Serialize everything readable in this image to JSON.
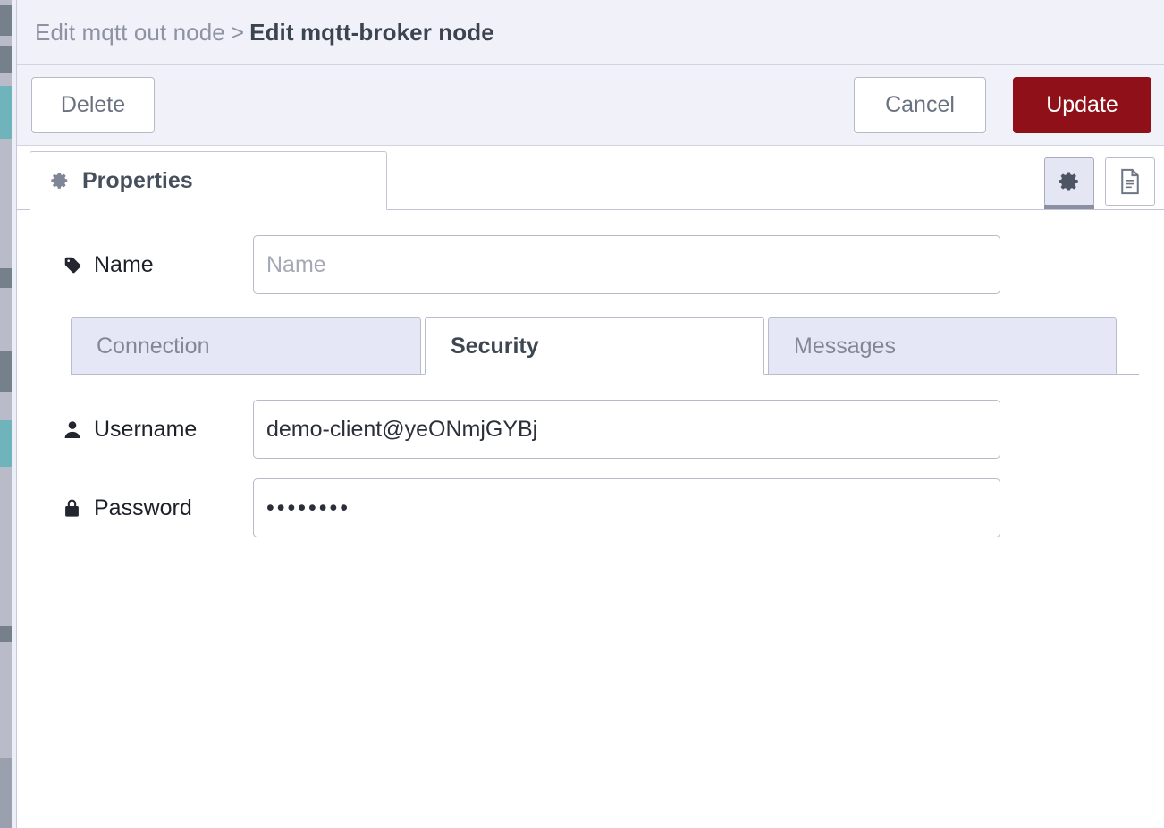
{
  "header": {
    "breadcrumb_parent": "Edit mqtt out node",
    "breadcrumb_separator": ">",
    "breadcrumb_current": "Edit mqtt-broker node"
  },
  "toolbar": {
    "delete_label": "Delete",
    "cancel_label": "Cancel",
    "update_label": "Update",
    "update_color": "#8f1018"
  },
  "tabs": {
    "properties_label": "Properties",
    "properties_icon": "gear-icon",
    "settings_icon": "gear-icon",
    "description_icon": "document-icon"
  },
  "form": {
    "name": {
      "label": "Name",
      "icon": "tag-icon",
      "value": "",
      "placeholder": "Name"
    },
    "username": {
      "label": "Username",
      "icon": "user-icon",
      "value": "demo-client@yeONmjGYBj",
      "placeholder": ""
    },
    "password": {
      "label": "Password",
      "icon": "lock-icon",
      "value": "••••••••",
      "placeholder": ""
    }
  },
  "sub_tabs": [
    {
      "label": "Connection",
      "active": false
    },
    {
      "label": "Security",
      "active": true
    },
    {
      "label": "Messages",
      "active": false
    }
  ]
}
